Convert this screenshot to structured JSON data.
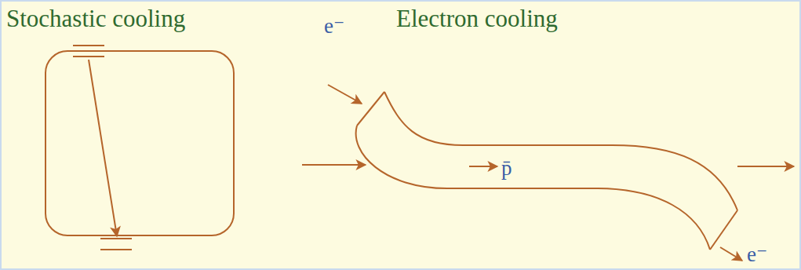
{
  "diagram": {
    "labels": [
      "Stochastic cooling",
      "Electron cooling",
      "e⁻",
      "p̄",
      "e⁻"
    ]
  }
}
